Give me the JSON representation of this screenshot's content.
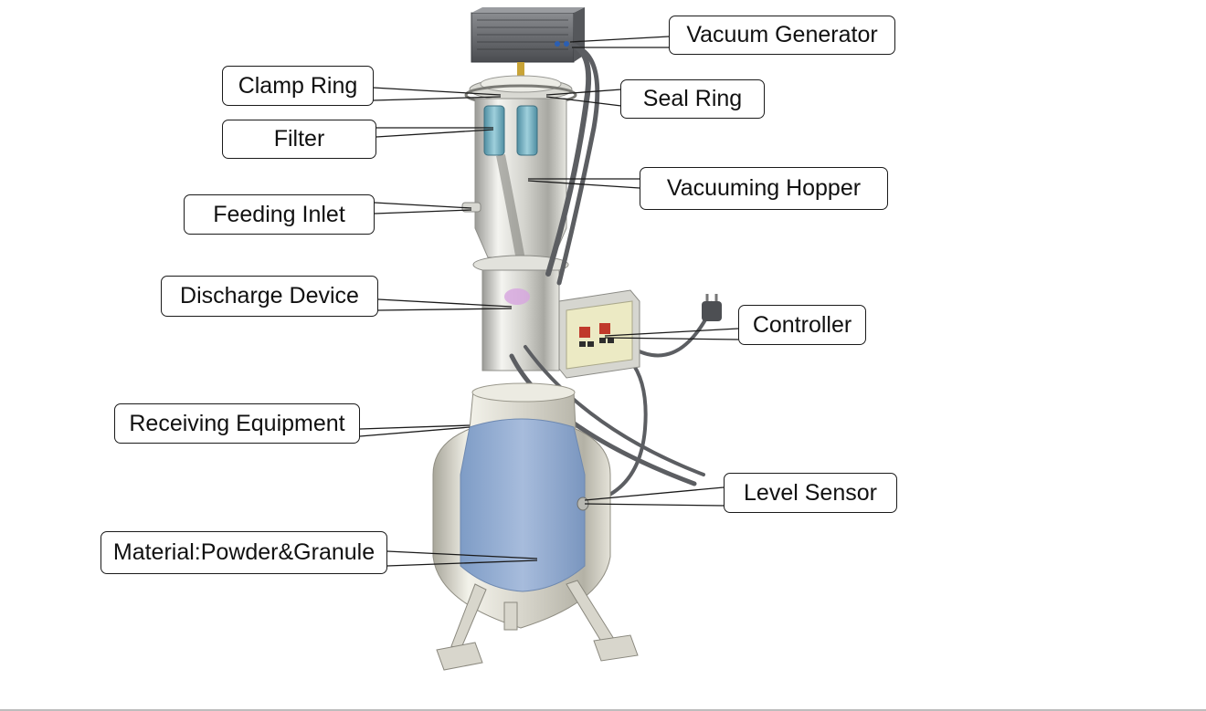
{
  "diagram": {
    "labels": {
      "vacuum_generator": "Vacuum Generator",
      "clamp_ring": "Clamp Ring",
      "seal_ring": "Seal Ring",
      "filter": "Filter",
      "vacuuming_hopper": "Vacuuming Hopper",
      "feeding_inlet": "Feeding Inlet",
      "discharge_device": "Discharge Device",
      "controller": "Controller",
      "receiving_equipment": "Receiving Equipment",
      "level_sensor": "Level Sensor",
      "material": "Material:Powder&Granule"
    },
    "colors": {
      "material": "#8ea9d0",
      "filter": "#6aa7b8",
      "steel": "#c9c9c4",
      "controller_panel": "#eceac4",
      "display": "#c0392b"
    }
  }
}
